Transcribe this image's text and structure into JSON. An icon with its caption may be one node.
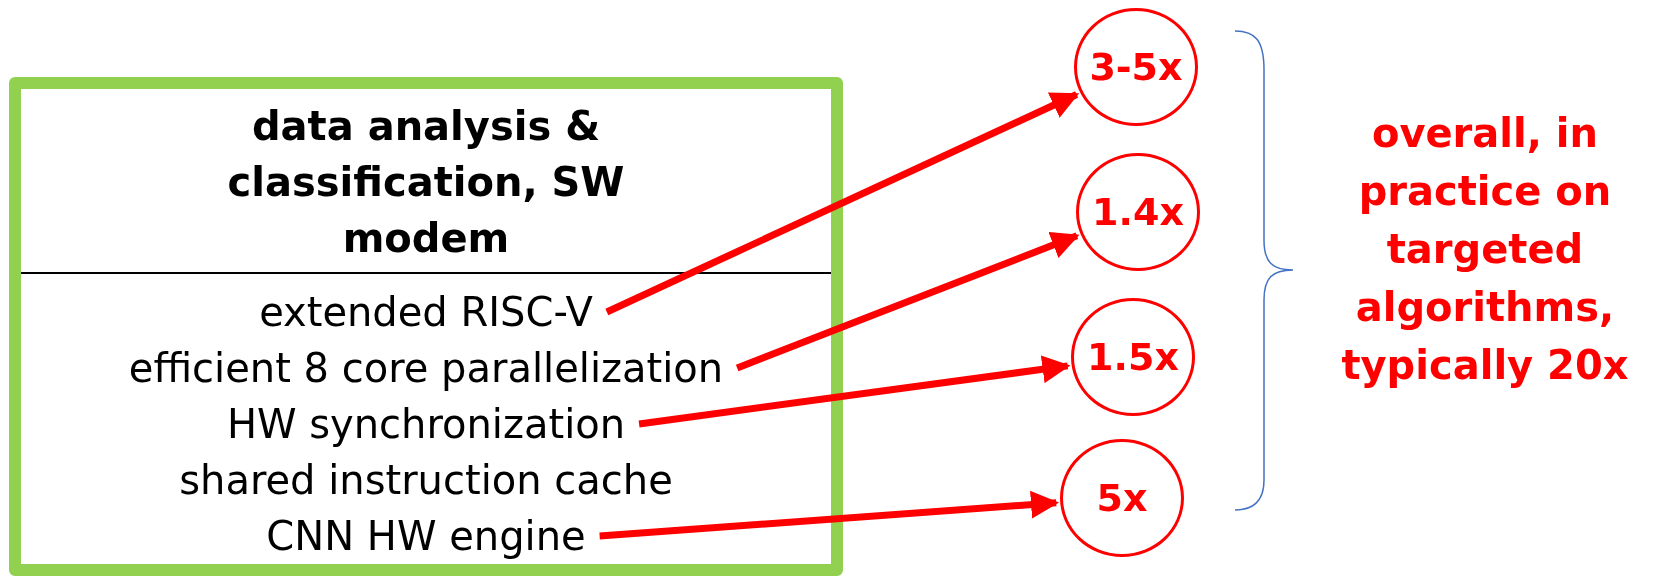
{
  "diagram": {
    "nodes": [
      {
        "text": [
          "data analysis & classification, SW modem"
        ]
      },
      {
        "text": [
          "extended RISC-V"
        ],
        "in": 0
      },
      {
        "text": [
          "efficient 8 core parallelization"
        ],
        "in": 0
      },
      {
        "text": [
          "HW synchronization"
        ],
        "in": 0
      },
      {
        "text": [
          "shared instruction cache"
        ],
        "in": 0
      },
      {
        "text": [
          "CNN HW engine"
        ],
        "in": 0
      },
      {
        "text": [
          "3-5x"
        ]
      },
      {
        "text": [
          "1.4x"
        ]
      },
      {
        "text": [
          "1.5x"
        ]
      },
      {
        "text": [
          "5x"
        ]
      }
    ],
    "edges": [
      {
        "from": 1,
        "to": 6,
        "arrow": "to"
      },
      {
        "from": 2,
        "to": 7,
        "arrow": "to"
      },
      {
        "from": 3,
        "to": 8,
        "arrow": "to"
      },
      {
        "from": 5,
        "to": 9,
        "arrow": "to"
      }
    ],
    "labels": [
      "overall, in practice on targeted algorithms, typically 20x"
    ]
  }
}
